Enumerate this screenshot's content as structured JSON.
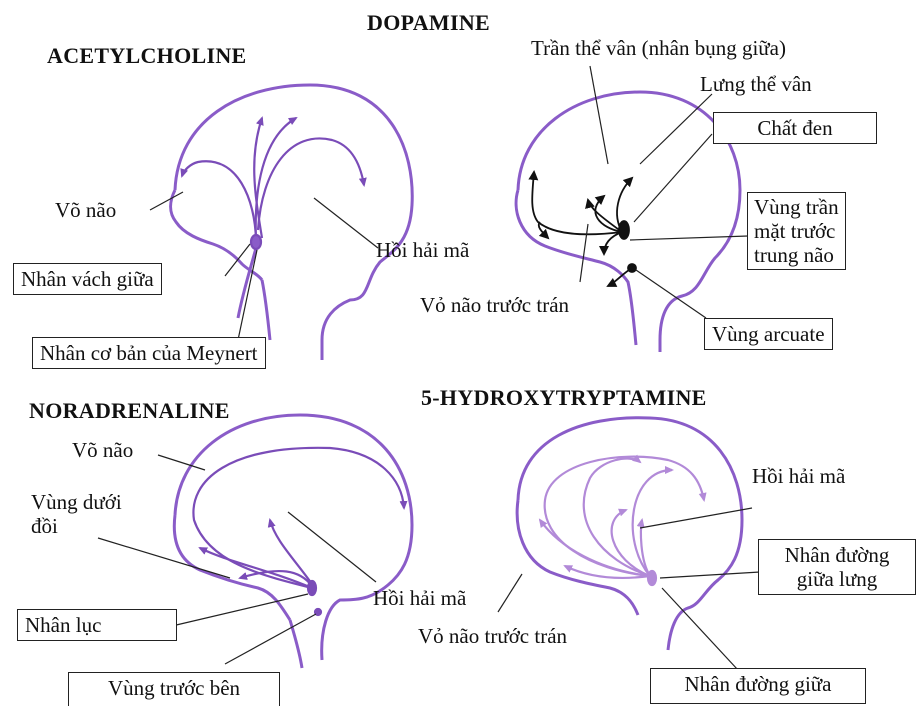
{
  "colors": {
    "outline": "#8a5cc8",
    "arrow": "#7a4cb8",
    "serotonin_light": "#c6a6e6",
    "leader": "#222222",
    "dopamine_arrow": "#111111"
  },
  "panels": {
    "acetylcholine": {
      "title": "ACETYLCHOLINE",
      "labels": {
        "cortex": "Võ não",
        "hippocampus": "Hồi hải mã",
        "septal": "Nhân vách giữa",
        "meynert": "Nhân cơ bản của Meynert"
      }
    },
    "dopamine": {
      "title": "DOPAMINE",
      "labels": {
        "ventral_striatum": "Trần thể vân (nhân bụng giữa)",
        "dorsal_striatum": "Lưng thể vân",
        "substantia_nigra": "Chất đen",
        "vta_line1": "Vùng trần",
        "vta_line2": "mặt trước",
        "vta_line3": "trung não",
        "prefrontal": "Vỏ não trước trán",
        "arcuate": "Vùng arcuate"
      }
    },
    "noradrenaline": {
      "title": "NORADRENALINE",
      "labels": {
        "cortex": "Võ não",
        "hypothalamus_line1": "Vùng dưới",
        "hypothalamus_line2": "đồi",
        "hippocampus": "Hồi hải mã",
        "locus": "Nhân lục",
        "lateral": "Vùng trước bên"
      }
    },
    "serotonin": {
      "title": "5-HYDROXYTRYPTAMINE",
      "labels": {
        "hippocampus": "Hồi hải mã",
        "dorsal_raphe_line1": "Nhân đường",
        "dorsal_raphe_line2": "giữa lưng",
        "prefrontal": "Vỏ não trước trán",
        "median_raphe": "Nhân đường giữa"
      }
    }
  }
}
